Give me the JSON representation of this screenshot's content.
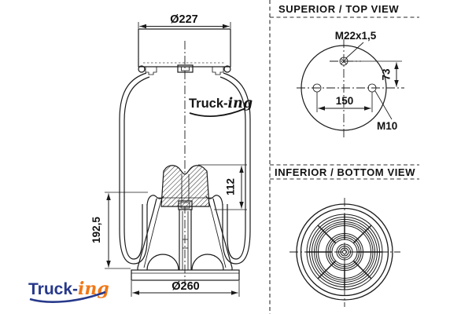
{
  "side_view": {
    "dim_top_diameter": "Ø227",
    "dim_bumper_height": "112",
    "dim_total_height": "192,5",
    "dim_base_diameter": "Ø260",
    "watermark_part1": "Truck-",
    "watermark_part2": "ing"
  },
  "top_view": {
    "title": "SUPERIOR / TOP VIEW",
    "label_center_thread": "M22x1,5",
    "label_stud_thread": "M10",
    "dim_offset": "73",
    "dim_spacing": "150"
  },
  "bottom_view": {
    "title": "INFERIOR / BOTTOM VIEW"
  },
  "brand": {
    "part1": "Truck-",
    "part2": "ing",
    "navy": "#27398b",
    "orange": "#f07818"
  }
}
